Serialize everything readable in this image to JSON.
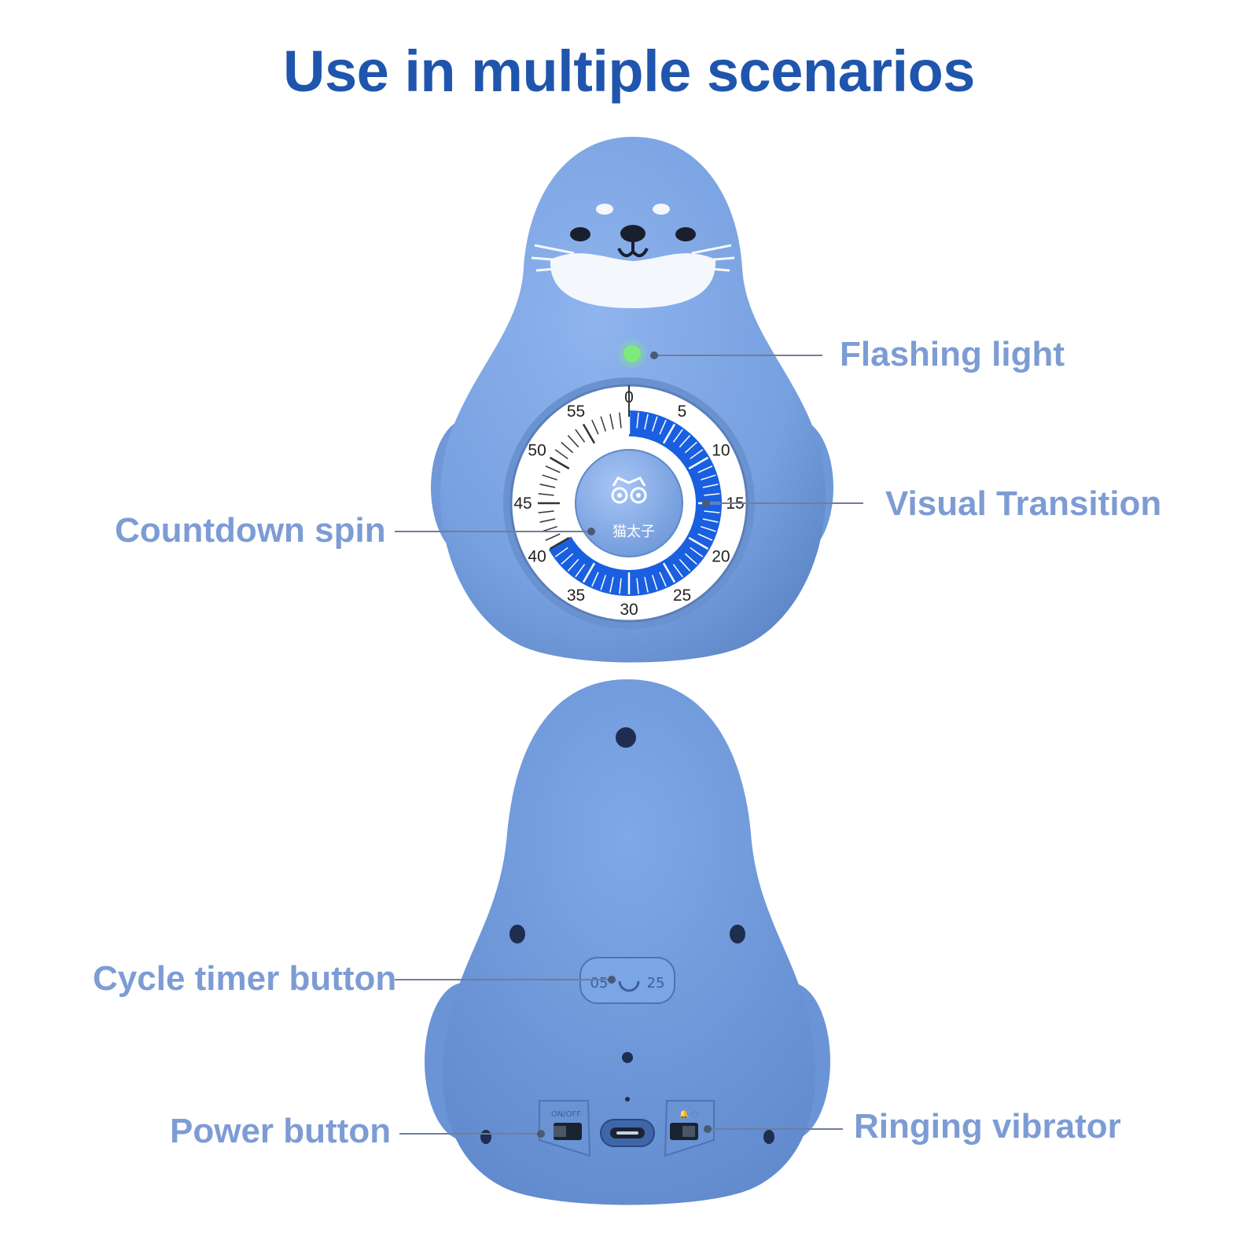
{
  "title": "Use in multiple scenarios",
  "callouts": {
    "flashing_light": "Flashing light",
    "visual_transition": "Visual Transition",
    "countdown_spin": "Countdown spin",
    "cycle_timer_button": "Cycle timer button",
    "power_button": "Power button",
    "ringing_vibrator": "Ringing vibrator"
  },
  "dial": {
    "numbers": [
      "0",
      "5",
      "10",
      "15",
      "20",
      "25",
      "30",
      "35",
      "40",
      "45",
      "50",
      "55"
    ],
    "knob_brand": "猫太子",
    "remaining_minutes": 40
  },
  "cycle_button": {
    "left": "05",
    "right": "25"
  },
  "switch_labels": {
    "power": "ON/OFF",
    "ring": "🔔 ◌"
  },
  "colors": {
    "title": "#1f55ad",
    "callout": "#7d9cd4",
    "body": "#7aa3e2",
    "dial_fill": "#1a5fe0",
    "led": "#7dea7d"
  }
}
